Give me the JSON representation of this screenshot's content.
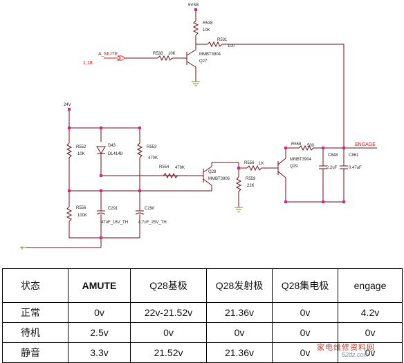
{
  "schematic": {
    "net_labels": {
      "vcc_5v": "5VSB",
      "vcc_24v": "24V",
      "input_pin": "1,18",
      "input_net": "A_MUTE",
      "output_net": "ENGAGE"
    },
    "components": {
      "r_top_ref": "R538",
      "r_top_val": "10K",
      "r_base_ref": "R538",
      "r_base_val": "10K",
      "r_coll_ref": "R531",
      "r_coll_val": "100",
      "q_top_part": "MMBT3904",
      "q_top_ref": "Q27",
      "r_left_ref": "R552",
      "r_left_val": "10K",
      "d_ref": "D43",
      "d_part": "DL4148",
      "r_mid_ref": "R553",
      "r_mid_val": "470K",
      "r_bias_ref": "R554",
      "r_bias_val": "470K",
      "q_mid_ref": "Q28",
      "q_mid_part": "MMBT3906",
      "r_low_ref": "R556",
      "r_low_val": "100K",
      "c_left_ref": "C291",
      "c_left_val": "47uF_16V_TH",
      "c_right_ref": "C290",
      "c_right_val": "4.7uF_25V_TH",
      "r_emit_ref": "R556",
      "r_emit_val": "1K",
      "r_pull_ref": "R559",
      "r_pull_val": "22K",
      "q_right_ref": "Q29",
      "q_right_part": "MMBT3904",
      "r_out_ref": "R558",
      "r_out_val": "500",
      "c_out1_ref": "C848",
      "c_out1_val": "2.2uF",
      "c_out2_ref": "C861",
      "c_out2_val": "0.47uF"
    }
  },
  "table": {
    "header": [
      "状态",
      "AMUTE",
      "Q28基极",
      "Q28发射极",
      "Q28集电极",
      "engage"
    ],
    "rows": [
      [
        "正常",
        "0v",
        "22v-21.52v",
        "21.36v",
        "0v",
        "4.2v"
      ],
      [
        "待机",
        "2.5v",
        "0v",
        "0v",
        "0v",
        "0v"
      ],
      [
        "静音",
        "3.3v",
        "21.52v",
        "21.36v",
        "0v",
        "0v"
      ]
    ]
  },
  "watermark": {
    "text": "家电维修资料网",
    "url": "52dz.com"
  },
  "colors": {
    "wire": "#6b0f14",
    "net_red": "#d8141a",
    "node": "#e01b8e",
    "ground": "#8a8a22"
  }
}
